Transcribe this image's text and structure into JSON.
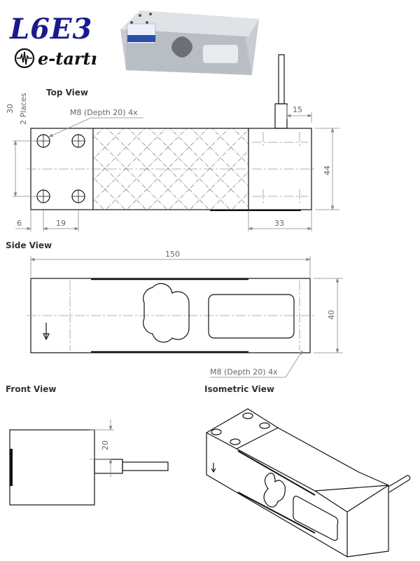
{
  "header": {
    "model": "L6E3",
    "brand": "e-tartı"
  },
  "views": {
    "top": "Top View",
    "side": "Side View",
    "front": "Front View",
    "isometric": "Isometric View"
  },
  "dimensions": {
    "top_thread_note": "M8 (Depth 20) 4x",
    "hole_spacing": "30",
    "hole_spacing_note": "2 Places",
    "edge_offset": "6",
    "hole_pitch": "19",
    "cable_offset": "15",
    "width": "44",
    "block_length": "33",
    "length": "150",
    "height": "40",
    "side_thread_note": "M8 (Depth 20) 4x",
    "cable_height": "20"
  }
}
